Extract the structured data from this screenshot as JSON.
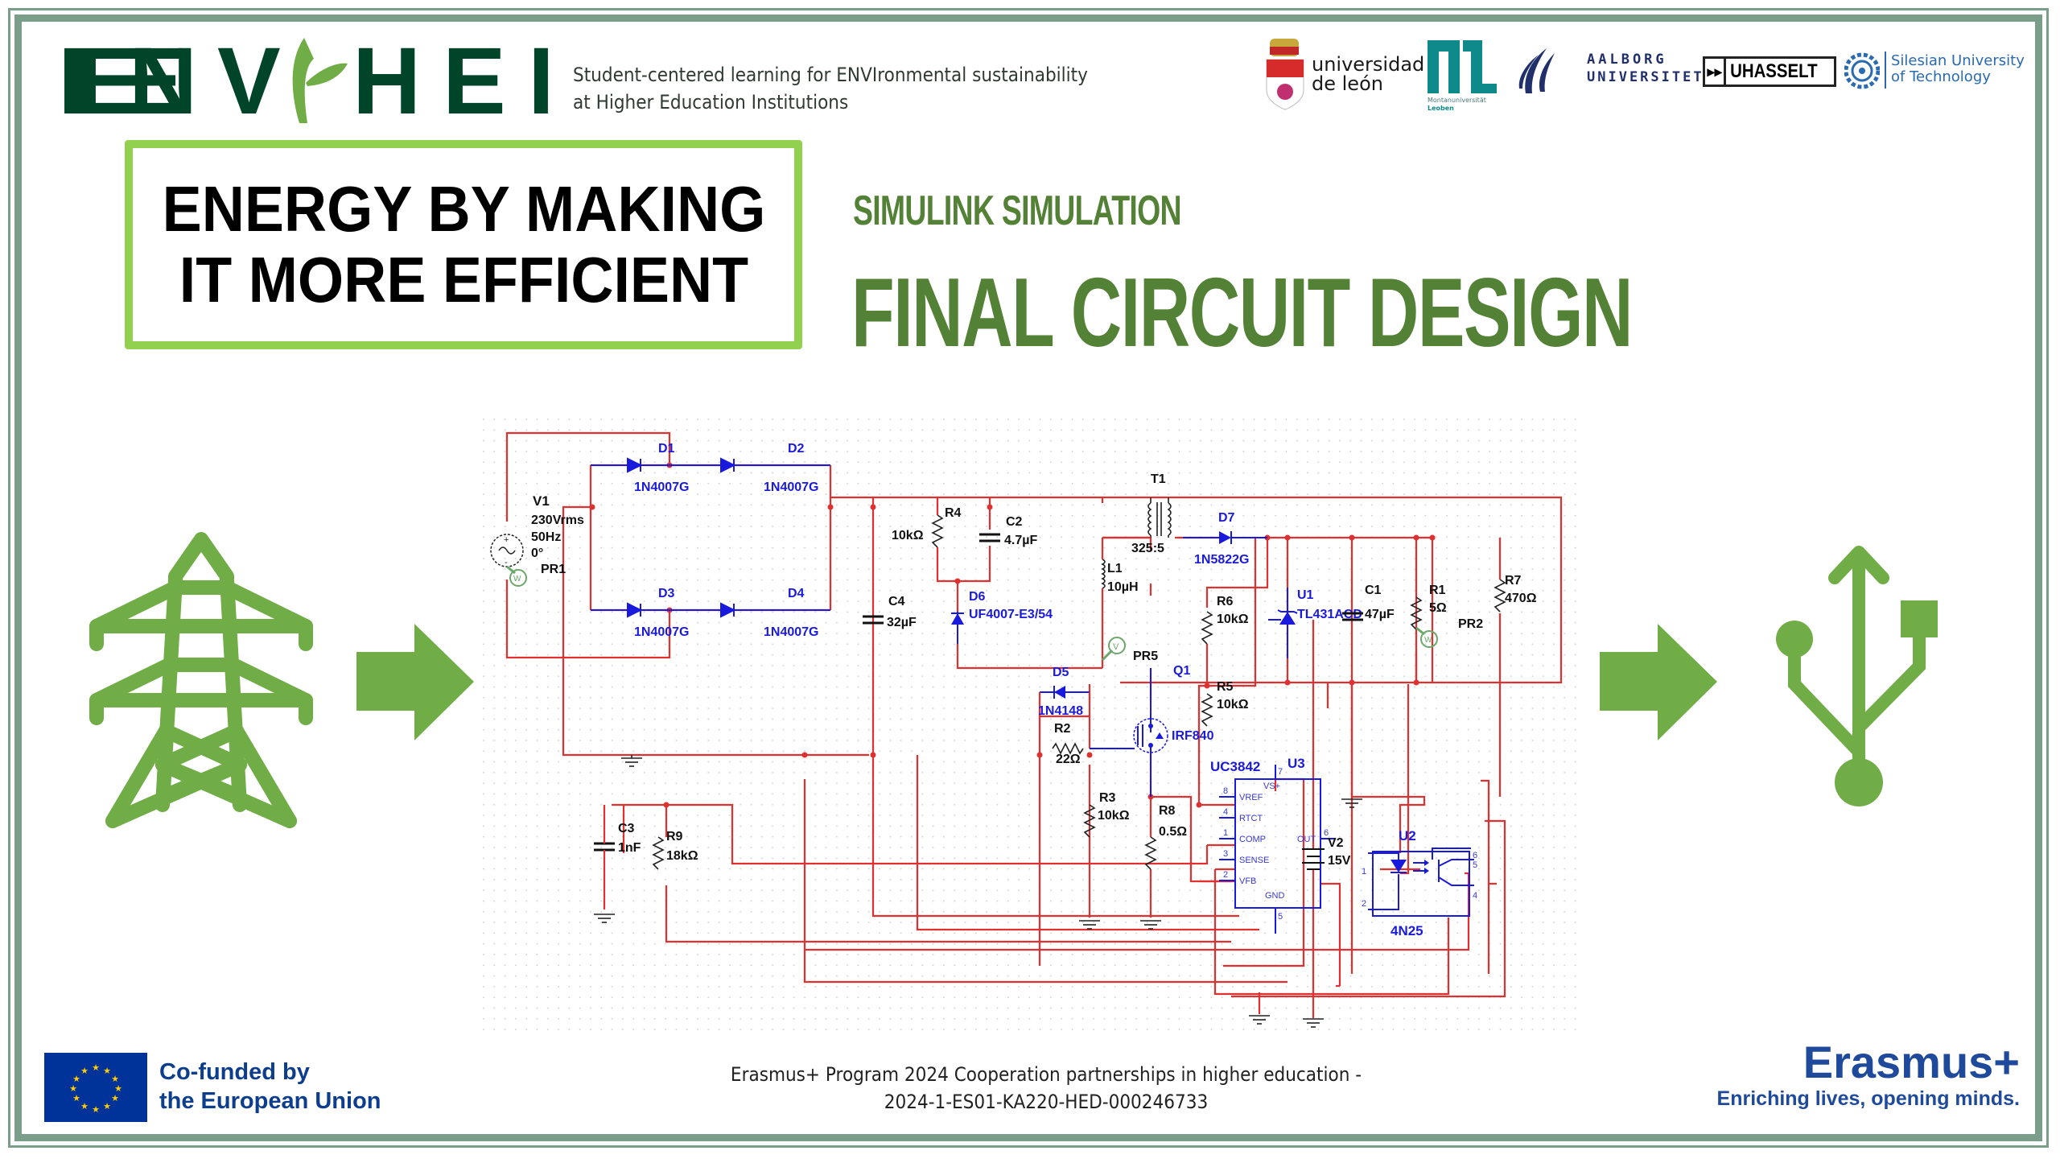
{
  "header": {
    "logo_letters": [
      "E",
      "N",
      "V",
      "H",
      "E",
      "I"
    ],
    "logo_text": "ENVIHEI",
    "tagline_line1": "Student-centered learning for ENVIronmental sustainability",
    "tagline_line2": "at Higher Education Institutions",
    "partners": [
      {
        "name": "universidad de león",
        "line1": "universidad",
        "line2": "de león"
      },
      {
        "name": "Montanuniversität Leoben",
        "line1": "Montanuniversität",
        "line2": "Leoben"
      },
      {
        "name": "Aalborg Universitet",
        "line1": "AALBORG",
        "line2": "UNIVERSITET"
      },
      {
        "name": "UHasselt",
        "line1": "UHASSELT"
      },
      {
        "name": "Silesian University of Technology",
        "line1": "Silesian University",
        "line2": "of Technology"
      }
    ]
  },
  "title_box": {
    "line1": "ENERGY BY MAKING",
    "line2": "IT MORE EFFICIENT"
  },
  "subtitle": "SIMULINK SIMULATION",
  "main_title": "FINAL CIRCUIT DESIGN",
  "colors": {
    "frame": "#7a9e8a",
    "title_box_border": "#92d050",
    "heading_green": "#538135",
    "icon_green": "#70ad47",
    "logo_dark_green": "#00452a",
    "wire_red": "#e03030",
    "component_blue": "#1a1adc",
    "eu_blue": "#003399",
    "erasmus_blue": "#1f4a9c"
  },
  "icons": {
    "left": "transmission-tower-icon",
    "middle_left": "arrow-right-icon",
    "middle_right": "arrow-right-icon",
    "right": "usb-icon"
  },
  "schematic": {
    "components": [
      {
        "ref": "V1",
        "values": [
          "230Vrms",
          "50Hz",
          "0°"
        ]
      },
      {
        "ref": "PR1",
        "type": "wattmeter probe"
      },
      {
        "ref": "D1",
        "value": "1N4007G"
      },
      {
        "ref": "D2",
        "value": "1N4007G"
      },
      {
        "ref": "D3",
        "value": "1N4007G"
      },
      {
        "ref": "D4",
        "value": "1N4007G"
      },
      {
        "ref": "C4",
        "value": "32µF"
      },
      {
        "ref": "R4",
        "value": "10kΩ"
      },
      {
        "ref": "C2",
        "value": "4.7µF"
      },
      {
        "ref": "D6",
        "value": "UF4007-E3/54"
      },
      {
        "ref": "T1",
        "value": "325:5"
      },
      {
        "ref": "L1",
        "value": "10µH"
      },
      {
        "ref": "PR5",
        "type": "voltage probe"
      },
      {
        "ref": "D7",
        "value": "1N5822G"
      },
      {
        "ref": "D5",
        "value": "1N4148"
      },
      {
        "ref": "R2",
        "value": "22Ω"
      },
      {
        "ref": "Q1",
        "value": "IRF840"
      },
      {
        "ref": "R3",
        "value": "10kΩ"
      },
      {
        "ref": "R8",
        "value": "0.5Ω"
      },
      {
        "ref": "R6",
        "value": "10kΩ"
      },
      {
        "ref": "R5",
        "value": "10kΩ"
      },
      {
        "ref": "U1",
        "value": "TL431ACD"
      },
      {
        "ref": "C1",
        "value": "47µF"
      },
      {
        "ref": "R1",
        "value": "5Ω"
      },
      {
        "ref": "PR2",
        "type": "wattmeter probe"
      },
      {
        "ref": "R7",
        "value": "470Ω"
      },
      {
        "ref": "C3",
        "value": "1nF"
      },
      {
        "ref": "R9",
        "value": "18kΩ"
      },
      {
        "ref": "U3",
        "value": "UC3842"
      },
      {
        "ref": "V2",
        "value": "15V"
      },
      {
        "ref": "U2",
        "value": "4N25"
      }
    ],
    "uc3842_pins": [
      {
        "num": "7",
        "name": "VS+"
      },
      {
        "num": "8",
        "name": "VREF"
      },
      {
        "num": "4",
        "name": "RTCT"
      },
      {
        "num": "1",
        "name": "COMP"
      },
      {
        "num": "3",
        "name": "SENSE"
      },
      {
        "num": "2",
        "name": "VFB"
      },
      {
        "num": "5",
        "name": "GND"
      },
      {
        "num": "6",
        "name": "OUT"
      }
    ],
    "u2_pins": [
      "1",
      "2",
      "6",
      "5",
      "4"
    ]
  },
  "footer": {
    "eu_line1": "Co-funded by",
    "eu_line2": "the European Union",
    "program_line1": "Erasmus+ Program 2024 Cooperation partnerships in higher education -",
    "program_line2": "2024-1-ES01-KA220-HED-000246733",
    "erasmus_title": "Erasmus+",
    "erasmus_slogan": "Enriching lives, opening minds."
  }
}
